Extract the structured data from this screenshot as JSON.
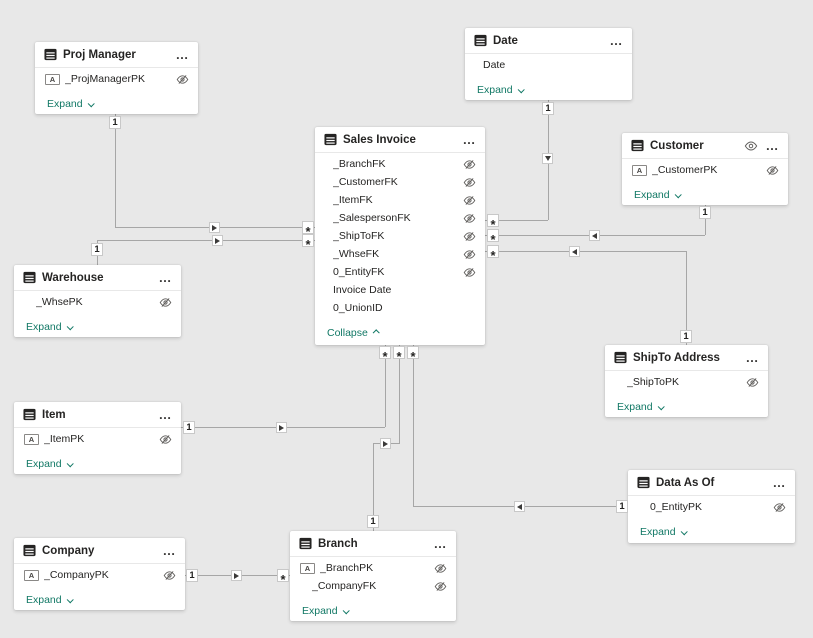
{
  "ui": {
    "more": "…",
    "expand_label": "Expand",
    "collapse_label": "Collapse"
  },
  "icons": {
    "text_datatype": "A"
  },
  "colors": {
    "canvas_bg": "#e8e8e8",
    "card_bg": "#ffffff",
    "relationship_line": "#a6a6a6",
    "link": "#117865",
    "text": "#252423"
  },
  "tables": [
    {
      "title": "Proj Manager",
      "footer": "Expand",
      "fields": [
        {
          "name": "_ProjManagerPK",
          "type_icon": true,
          "hidden": true
        }
      ]
    },
    {
      "title": "Date",
      "footer": "Expand",
      "fields": [
        {
          "name": "Date",
          "type_icon": false,
          "hidden": false
        }
      ]
    },
    {
      "title": "Sales Invoice",
      "footer": "Collapse",
      "fields": [
        {
          "name": "_BranchFK",
          "hidden": true
        },
        {
          "name": "_CustomerFK",
          "hidden": true
        },
        {
          "name": "_ItemFK",
          "hidden": true
        },
        {
          "name": "_SalespersonFK",
          "hidden": true
        },
        {
          "name": "_ShipToFK",
          "hidden": true
        },
        {
          "name": "_WhseFK",
          "hidden": true
        },
        {
          "name": "0_EntityFK",
          "hidden": true
        },
        {
          "name": "Invoice Date",
          "hidden": false
        },
        {
          "name": "0_UnionID",
          "hidden": false
        }
      ]
    },
    {
      "title": "Customer",
      "header_eye": true,
      "footer": "Expand",
      "fields": [
        {
          "name": "_CustomerPK",
          "type_icon": true,
          "hidden": true
        }
      ]
    },
    {
      "title": "Warehouse",
      "footer": "Expand",
      "fields": [
        {
          "name": "_WhsePK",
          "type_icon": false,
          "hidden": true
        }
      ]
    },
    {
      "title": "ShipTo Address",
      "footer": "Expand",
      "fields": [
        {
          "name": "_ShipToPK",
          "type_icon": false,
          "hidden": true
        }
      ]
    },
    {
      "title": "Item",
      "footer": "Expand",
      "fields": [
        {
          "name": "_ItemPK",
          "type_icon": true,
          "hidden": true
        }
      ]
    },
    {
      "title": "Data As Of",
      "footer": "Expand",
      "fields": [
        {
          "name": "0_EntityPK",
          "type_icon": false,
          "hidden": true
        }
      ]
    },
    {
      "title": "Company",
      "footer": "Expand",
      "fields": [
        {
          "name": "_CompanyPK",
          "type_icon": true,
          "hidden": true
        }
      ]
    },
    {
      "title": "Branch",
      "footer": "Expand",
      "fields": [
        {
          "name": "_BranchPK",
          "type_icon": true,
          "hidden": true
        },
        {
          "name": "_CompanyFK",
          "type_icon": false,
          "hidden": true
        }
      ]
    }
  ],
  "relationships": [
    {
      "from": "Proj Manager",
      "from_cardinality": "1",
      "to": "Sales Invoice",
      "to_cardinality": "*"
    },
    {
      "from": "Warehouse",
      "from_cardinality": "1",
      "to": "Sales Invoice",
      "to_cardinality": "*"
    },
    {
      "from": "Date",
      "from_cardinality": "1",
      "to": "Sales Invoice",
      "to_cardinality": "*"
    },
    {
      "from": "Customer",
      "from_cardinality": "1",
      "to": "Sales Invoice",
      "to_cardinality": "*"
    },
    {
      "from": "ShipTo Address",
      "from_cardinality": "1",
      "to": "Sales Invoice",
      "to_cardinality": "*"
    },
    {
      "from": "Item",
      "from_cardinality": "1",
      "to": "Sales Invoice",
      "to_cardinality": "*"
    },
    {
      "from": "Branch",
      "from_cardinality": "1",
      "to": "Sales Invoice",
      "to_cardinality": "*"
    },
    {
      "from": "Data As Of",
      "from_cardinality": "1",
      "to": "Sales Invoice",
      "to_cardinality": "*"
    },
    {
      "from": "Company",
      "from_cardinality": "1",
      "to": "Branch",
      "to_cardinality": "*"
    }
  ]
}
